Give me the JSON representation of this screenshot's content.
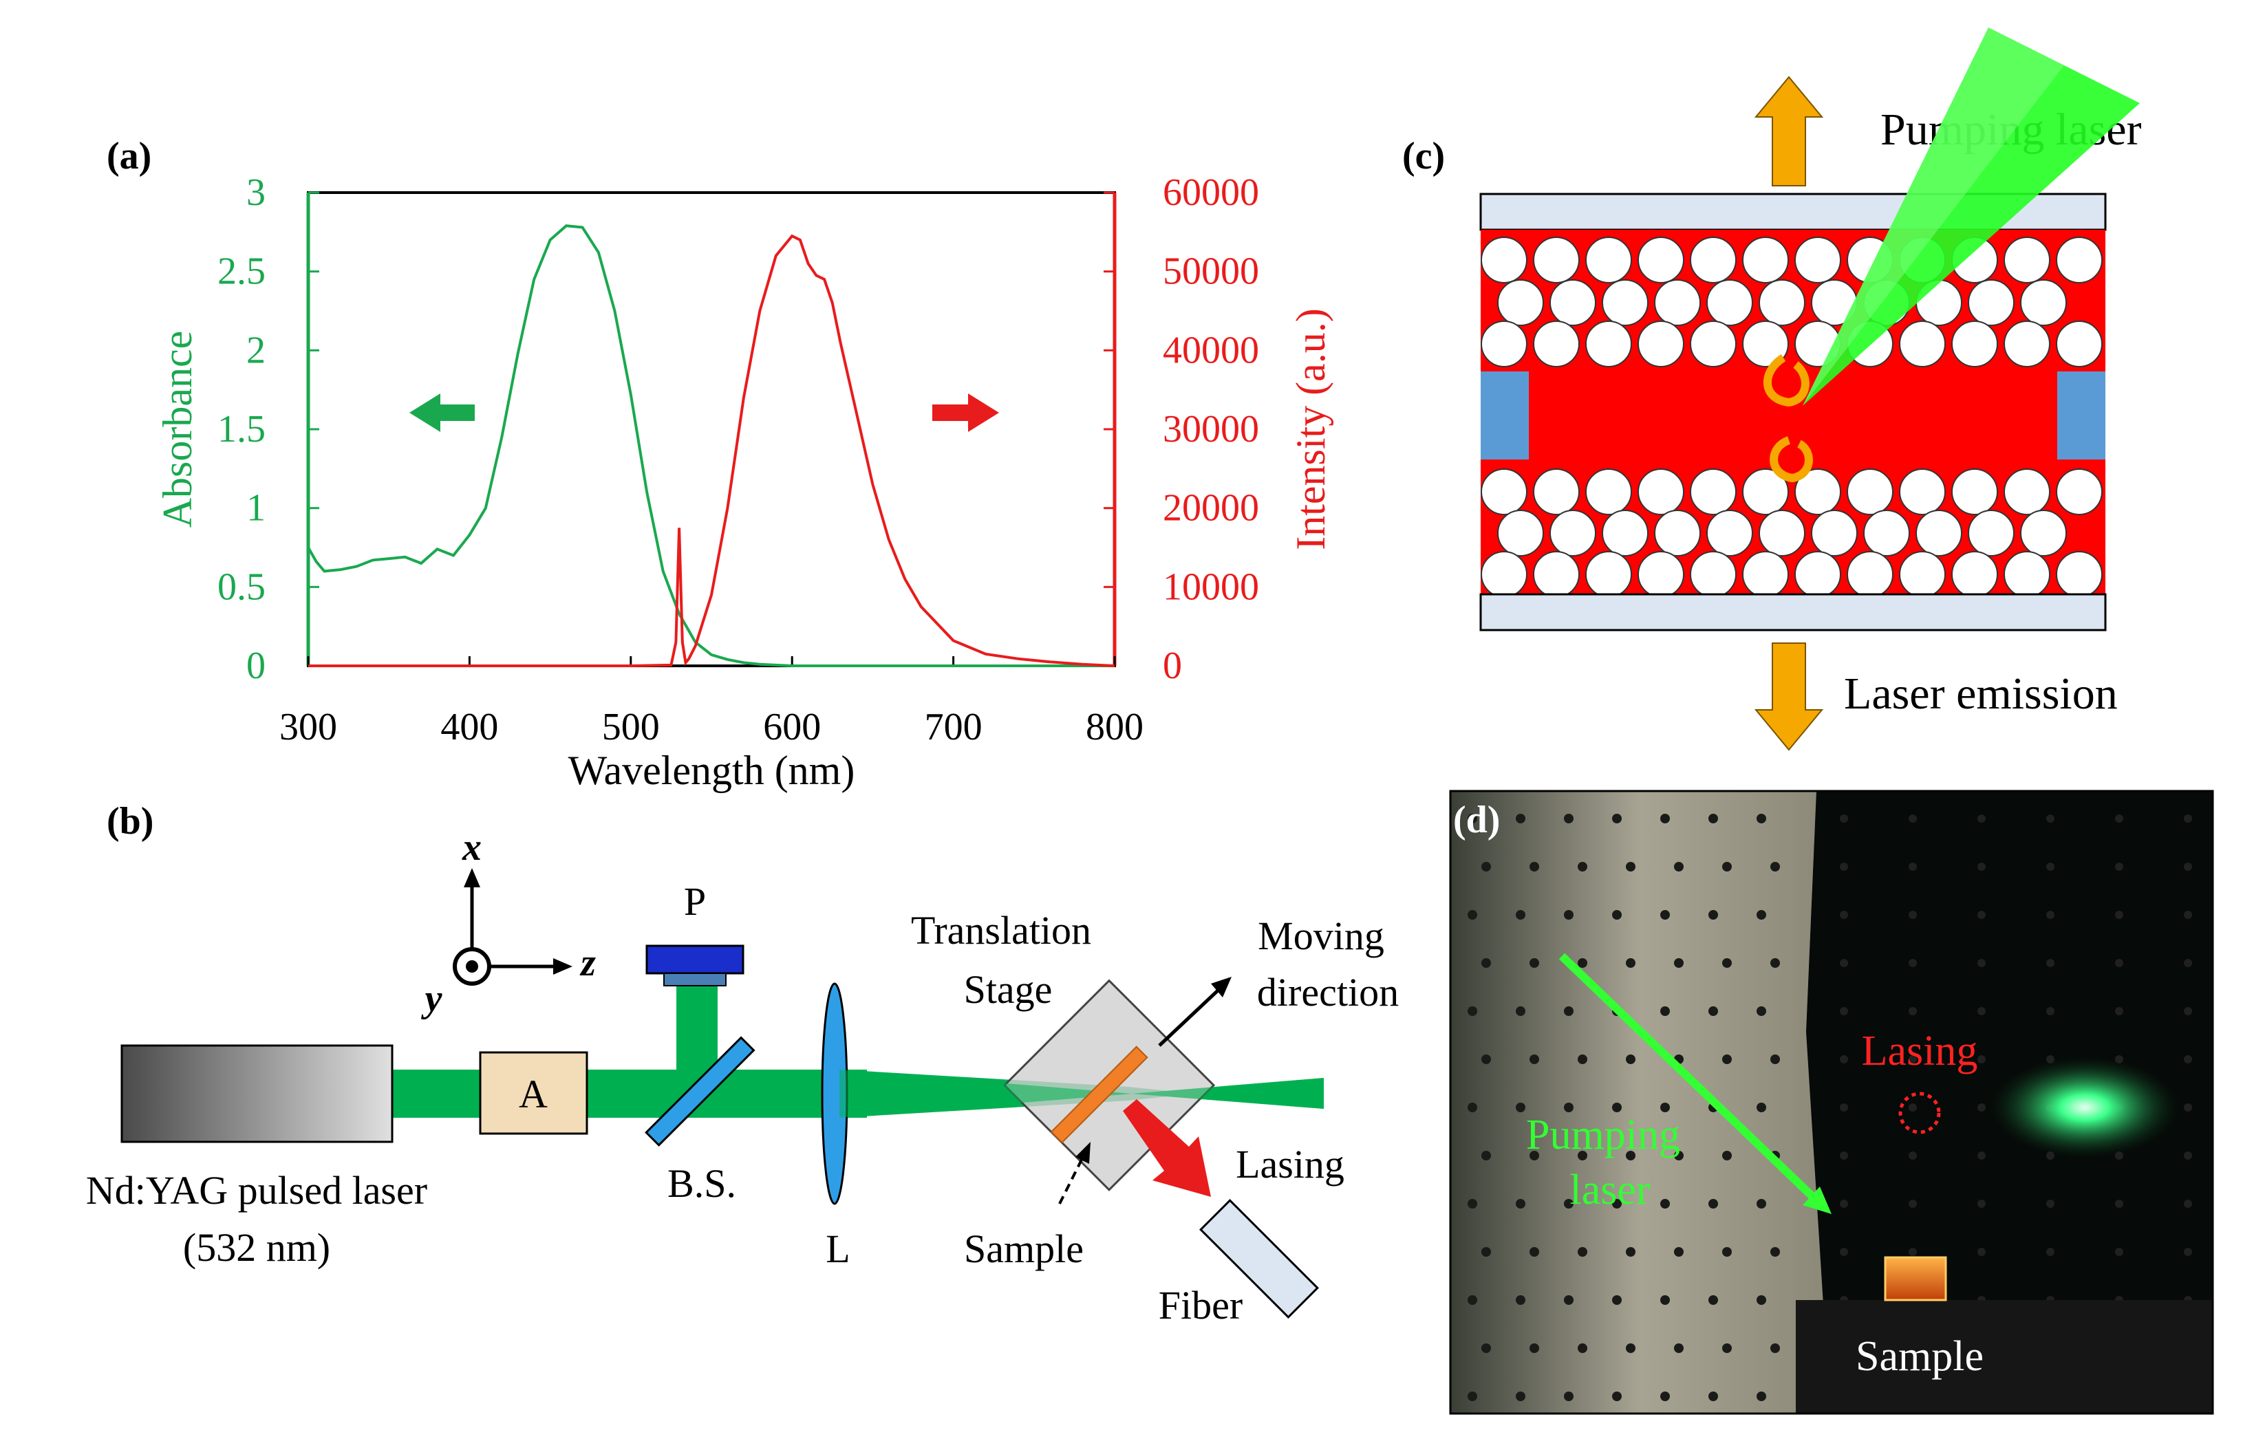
{
  "panels": {
    "a": {
      "label": "(a)"
    },
    "b": {
      "label": "(b)",
      "axis_x": "x",
      "axis_y": "y",
      "axis_z": "z",
      "laser_name": "Nd:YAG pulsed laser",
      "laser_wavelength": "(532 nm)",
      "attenuator": "A",
      "polarizer": "P",
      "beam_splitter": "B.S.",
      "lens": "L",
      "stage_line1": "Translation",
      "stage_line2": "Stage",
      "moving_line1": "Moving",
      "moving_line2": "direction",
      "lasing": "Lasing",
      "sample": "Sample",
      "fiber": "Fiber"
    },
    "c": {
      "label": "(c)",
      "pumping": "Pumping laser",
      "emission": "Laser emission"
    },
    "d": {
      "label": "(d)",
      "pumping_line1": "Pumping",
      "pumping_line2": "laser",
      "lasing": "Lasing",
      "sample": "Sample"
    }
  },
  "colors": {
    "absorbance": "#1aa84f",
    "intensity": "#e81c1c",
    "beam": "#00b050",
    "arrow_orange": "#f5a800",
    "cell_red": "#ff0000",
    "electrode": "#5b9bd5",
    "glass": "#dce6f2",
    "optic_blue": "#2e9fe6"
  },
  "chart_data": {
    "type": "line",
    "xlabel": "Wavelength (nm)",
    "ylabel": "Absorbance",
    "ylabel_right": "Intensity (a.u.)",
    "xlim": [
      300,
      800
    ],
    "ylim": [
      0,
      3
    ],
    "ylim_right": [
      0,
      60000
    ],
    "x_ticks": [
      300,
      400,
      500,
      600,
      700,
      800
    ],
    "y_ticks": [
      "0",
      "0.5",
      "1",
      "1.5",
      "2",
      "2.5",
      "3"
    ],
    "y_ticks_right": [
      "0",
      "10000",
      "20000",
      "30000",
      "40000",
      "50000",
      "60000"
    ],
    "series": [
      {
        "axis": "left",
        "x": [
          300,
          305,
          310,
          320,
          330,
          340,
          350,
          360,
          370,
          380,
          390,
          400,
          410,
          420,
          430,
          440,
          450,
          460,
          470,
          480,
          490,
          500,
          510,
          520,
          530,
          540,
          550,
          560,
          570,
          580,
          600,
          650,
          700,
          750,
          800
        ],
        "values": [
          0.75,
          0.66,
          0.6,
          0.61,
          0.63,
          0.67,
          0.68,
          0.69,
          0.65,
          0.74,
          0.7,
          0.83,
          1.0,
          1.45,
          1.98,
          2.45,
          2.7,
          2.79,
          2.78,
          2.62,
          2.25,
          1.72,
          1.1,
          0.6,
          0.33,
          0.15,
          0.07,
          0.04,
          0.02,
          0.01,
          0.0,
          0.0,
          0.0,
          0.0,
          0.0
        ]
      },
      {
        "axis": "right",
        "x": [
          300,
          500,
          525,
          528,
          530,
          532,
          534,
          536,
          540,
          550,
          560,
          570,
          580,
          590,
          600,
          605,
          610,
          615,
          620,
          625,
          630,
          640,
          650,
          660,
          670,
          680,
          700,
          720,
          740,
          760,
          780,
          800
        ],
        "values": [
          0,
          0,
          100,
          3000,
          17500,
          3000,
          400,
          900,
          2500,
          9000,
          20000,
          34000,
          45000,
          52000,
          54500,
          54000,
          51000,
          49500,
          49000,
          46000,
          41000,
          32000,
          23000,
          16000,
          11000,
          7500,
          3200,
          1500,
          900,
          500,
          200,
          0
        ]
      }
    ]
  }
}
